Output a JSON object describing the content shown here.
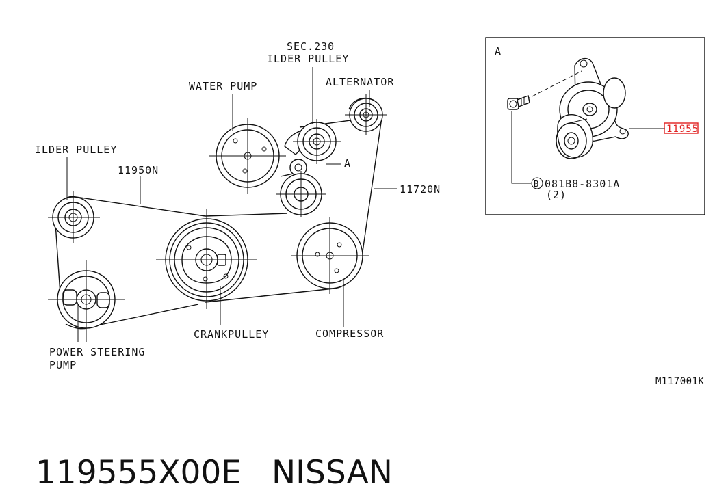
{
  "labels": {
    "sec230": "SEC.230",
    "ilder_pulley_top": "ILDER PULLEY",
    "water_pump": "WATER PUMP",
    "alternator": "ALTERNATOR",
    "ref_a": "A",
    "ilder_pulley_left": "ILDER PULLEY",
    "belt_11950n": "11950N",
    "belt_11720n": "11720N",
    "crankpulley": "CRANKPULLEY",
    "compressor": "COMPRESSOR",
    "power_steering_1": "POWER STEERING",
    "power_steering_2": "PUMP"
  },
  "detail": {
    "title": "A",
    "part_number": "11955",
    "bolt_symbol": "B",
    "bolt_code": "081B8-8301A",
    "bolt_qty": "(2)"
  },
  "figure_id": "M117001K",
  "caption": {
    "part_number": "119555X00E",
    "brand": "NISSAN"
  },
  "colors": {
    "highlight": "#e02020",
    "line": "#111111",
    "background": "#ffffff"
  }
}
